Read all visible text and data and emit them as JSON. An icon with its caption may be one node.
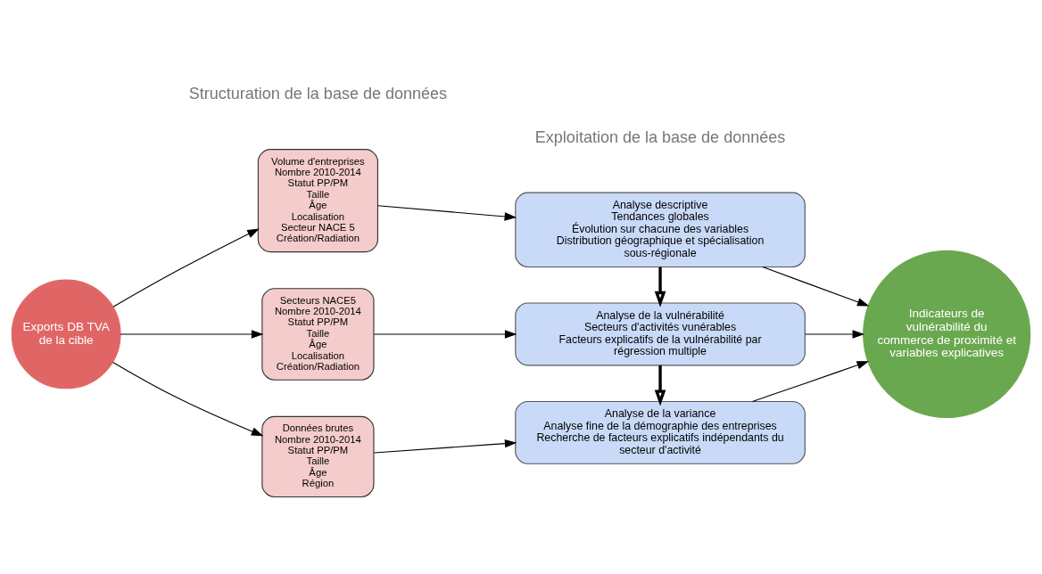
{
  "diagram": {
    "nodes": [
      {
        "text": [
          "Exports DB TVA de la cible"
        ]
      },
      {
        "text": [
          "Volume d'entreprises",
          "Nombre 2010-2014",
          "Statut PP/PM",
          "Taille",
          "Âge",
          "Localisation",
          "Secteur NACE 5",
          "Création/Radiation"
        ]
      },
      {
        "text": [
          "Secteurs NACE5",
          "Nombre 2010-2014",
          "Statut PP/PM",
          "Taille",
          "Âge",
          "Localisation",
          "Création/Radiation"
        ]
      },
      {
        "text": [
          "Données brutes",
          "Nombre 2010-2014",
          "Statut PP/PM",
          "Taille",
          "Âge",
          "Région"
        ]
      },
      {
        "text": [
          "Analyse descriptive",
          "Tendances globales",
          "Évolution sur chacune des variables",
          "Distribution géographique et spécialisation sous-régionale"
        ]
      },
      {
        "text": [
          "Analyse de la vulnérabilité",
          "Secteurs d'activités vunérables",
          "Facteurs explicatifs de la vulnérabilité par régression multiple"
        ]
      },
      {
        "text": [
          "Analyse de la variance",
          "Analyse fine de la démographie des entreprises",
          "Recherche de facteurs explicatifs indépendants du secteur d'activité"
        ]
      },
      {
        "text": [
          "Indicateurs de vulnérabilité du commerce de proximité et variables explicatives"
        ]
      }
    ],
    "edges": [
      {
        "from": 0,
        "to": 1,
        "arrow": "to"
      },
      {
        "from": 0,
        "to": 2,
        "arrow": "to"
      },
      {
        "from": 0,
        "to": 3,
        "arrow": "to"
      },
      {
        "from": 1,
        "to": 4,
        "arrow": "to"
      },
      {
        "from": 2,
        "to": 5,
        "arrow": "to"
      },
      {
        "from": 3,
        "to": 6,
        "arrow": "to"
      },
      {
        "from": 4,
        "to": 5,
        "arrow": "to",
        "style": "thick"
      },
      {
        "from": 5,
        "to": 6,
        "arrow": "to",
        "style": "thick"
      },
      {
        "from": 4,
        "to": 7,
        "arrow": "to"
      },
      {
        "from": 5,
        "to": 7,
        "arrow": "to"
      },
      {
        "from": 6,
        "to": 7,
        "arrow": "to"
      }
    ],
    "labels": [
      "Structuration de la base de données",
      "Exploitation de la base de données"
    ]
  }
}
